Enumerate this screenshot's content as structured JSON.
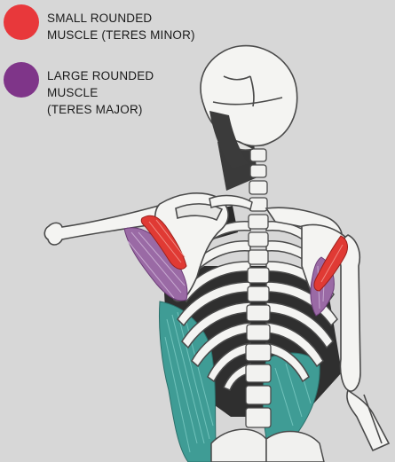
{
  "legend": [
    {
      "id": "teres-minor",
      "color": "#e8383b",
      "lines": [
        "SMALL ROUNDED",
        "MUSCLE (TERES MINOR)"
      ]
    },
    {
      "id": "teres-major",
      "color": "#7f3589",
      "lines": [
        "LARGE ROUNDED",
        "MUSCLE",
        "(TERES MAJOR)"
      ]
    }
  ],
  "colors": {
    "background": "#d7d7d7",
    "bone": "#f4f4f2",
    "bone_outline": "#4a4a4a",
    "shadow": "#2f2f2f",
    "teres_minor": "#e03a34",
    "teres_major": "#9a6aa5",
    "back_muscle": "#3f9c95"
  }
}
